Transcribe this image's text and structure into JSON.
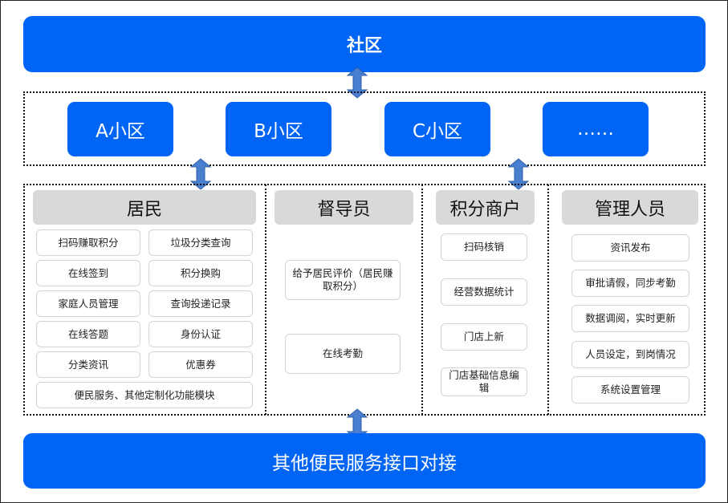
{
  "top_bar": {
    "label": "社区"
  },
  "communities": [
    "A小区",
    "B小区",
    "C小区",
    "……"
  ],
  "roles": [
    {
      "title": "居民",
      "items": [
        "扫码赚取积分",
        "垃圾分类查询",
        "在线签到",
        "积分换购",
        "家庭人员管理",
        "查询投递记录",
        "在线答题",
        "身份认证",
        "分类资讯",
        "优惠券",
        "便民服务、其他定制化功能模块"
      ]
    },
    {
      "title": "督导员",
      "items": [
        "给予居民评价（居民赚取积分）",
        "在线考勤"
      ]
    },
    {
      "title": "积分商户",
      "items": [
        "扫码核销",
        "经营数据统计",
        "门店上新",
        "门店基础信息编辑"
      ]
    },
    {
      "title": "管理人员",
      "items": [
        "资讯发布",
        "审批请假，同步考勤",
        "数据调阅，实时更新",
        "人员设定，到岗情况",
        "系统设置管理"
      ]
    }
  ],
  "bottom_bar": {
    "label": "其他便民服务接口对接"
  },
  "colors": {
    "primary_blue": "#0064f5",
    "arrow_blue": "#4a7fd0",
    "header_gray": "#d9d9d9"
  }
}
